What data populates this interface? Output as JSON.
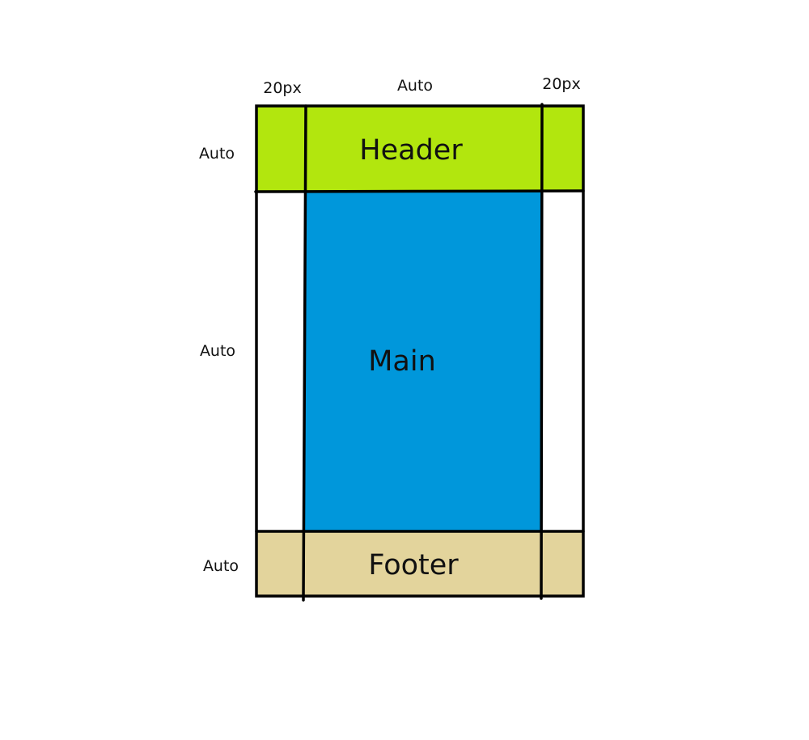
{
  "columns": [
    {
      "label": "20px"
    },
    {
      "label": "Auto"
    },
    {
      "label": "20px"
    }
  ],
  "rows": [
    {
      "label": "Auto"
    },
    {
      "label": "Auto"
    },
    {
      "label": "Auto"
    }
  ],
  "areas": {
    "header": {
      "label": "Header",
      "color": "#b2e60e"
    },
    "main": {
      "label": "Main",
      "color": "#0097db"
    },
    "footer": {
      "label": "Footer",
      "color": "#e3d49c"
    }
  },
  "colors": {
    "side_cells": "#ffffff",
    "grid_lines": "#000000"
  }
}
